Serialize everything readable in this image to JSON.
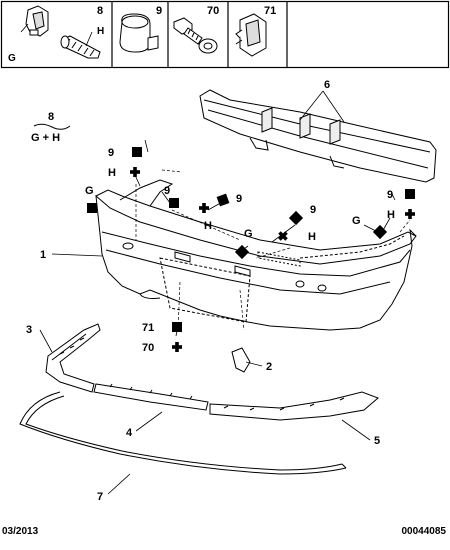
{
  "header_parts": [
    {
      "number": "8",
      "letters": [
        "G",
        "H"
      ]
    },
    {
      "number": "9"
    },
    {
      "number": "70"
    },
    {
      "number": "71"
    }
  ],
  "group_note": {
    "number": "8",
    "formula": "G + H"
  },
  "callouts": {
    "c1": "1",
    "c2": "2",
    "c3": "3",
    "c4": "4",
    "c5": "5",
    "c6": "6",
    "c7": "7",
    "c9_left": "9",
    "c9_center": "9",
    "c9_mid": "9",
    "c9_right": "9",
    "h_left": "H",
    "h_center": "H",
    "h_mid": "H",
    "h_right": "H",
    "g_left": "G",
    "g_mid": "G",
    "g_right": "G",
    "c71": "71",
    "c70": "70"
  },
  "footer": {
    "date": "03/2013",
    "ref": "00044085"
  }
}
